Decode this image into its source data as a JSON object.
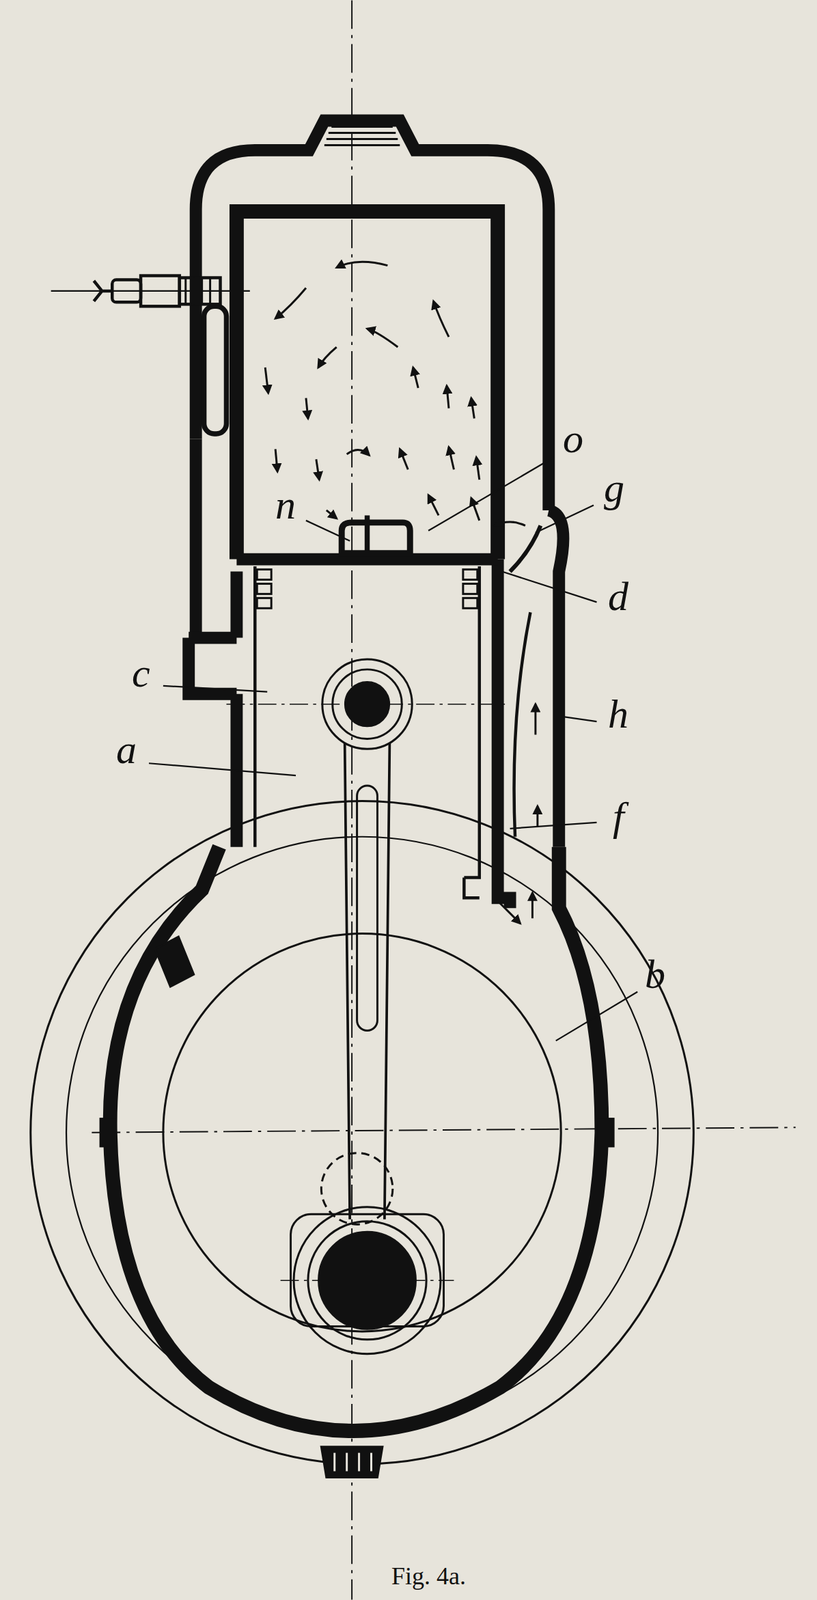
{
  "diagram": {
    "caption": "Fig. 4a.",
    "labels": [
      "n",
      "o",
      "g",
      "c",
      "d",
      "a",
      "h",
      "f",
      "b"
    ]
  }
}
